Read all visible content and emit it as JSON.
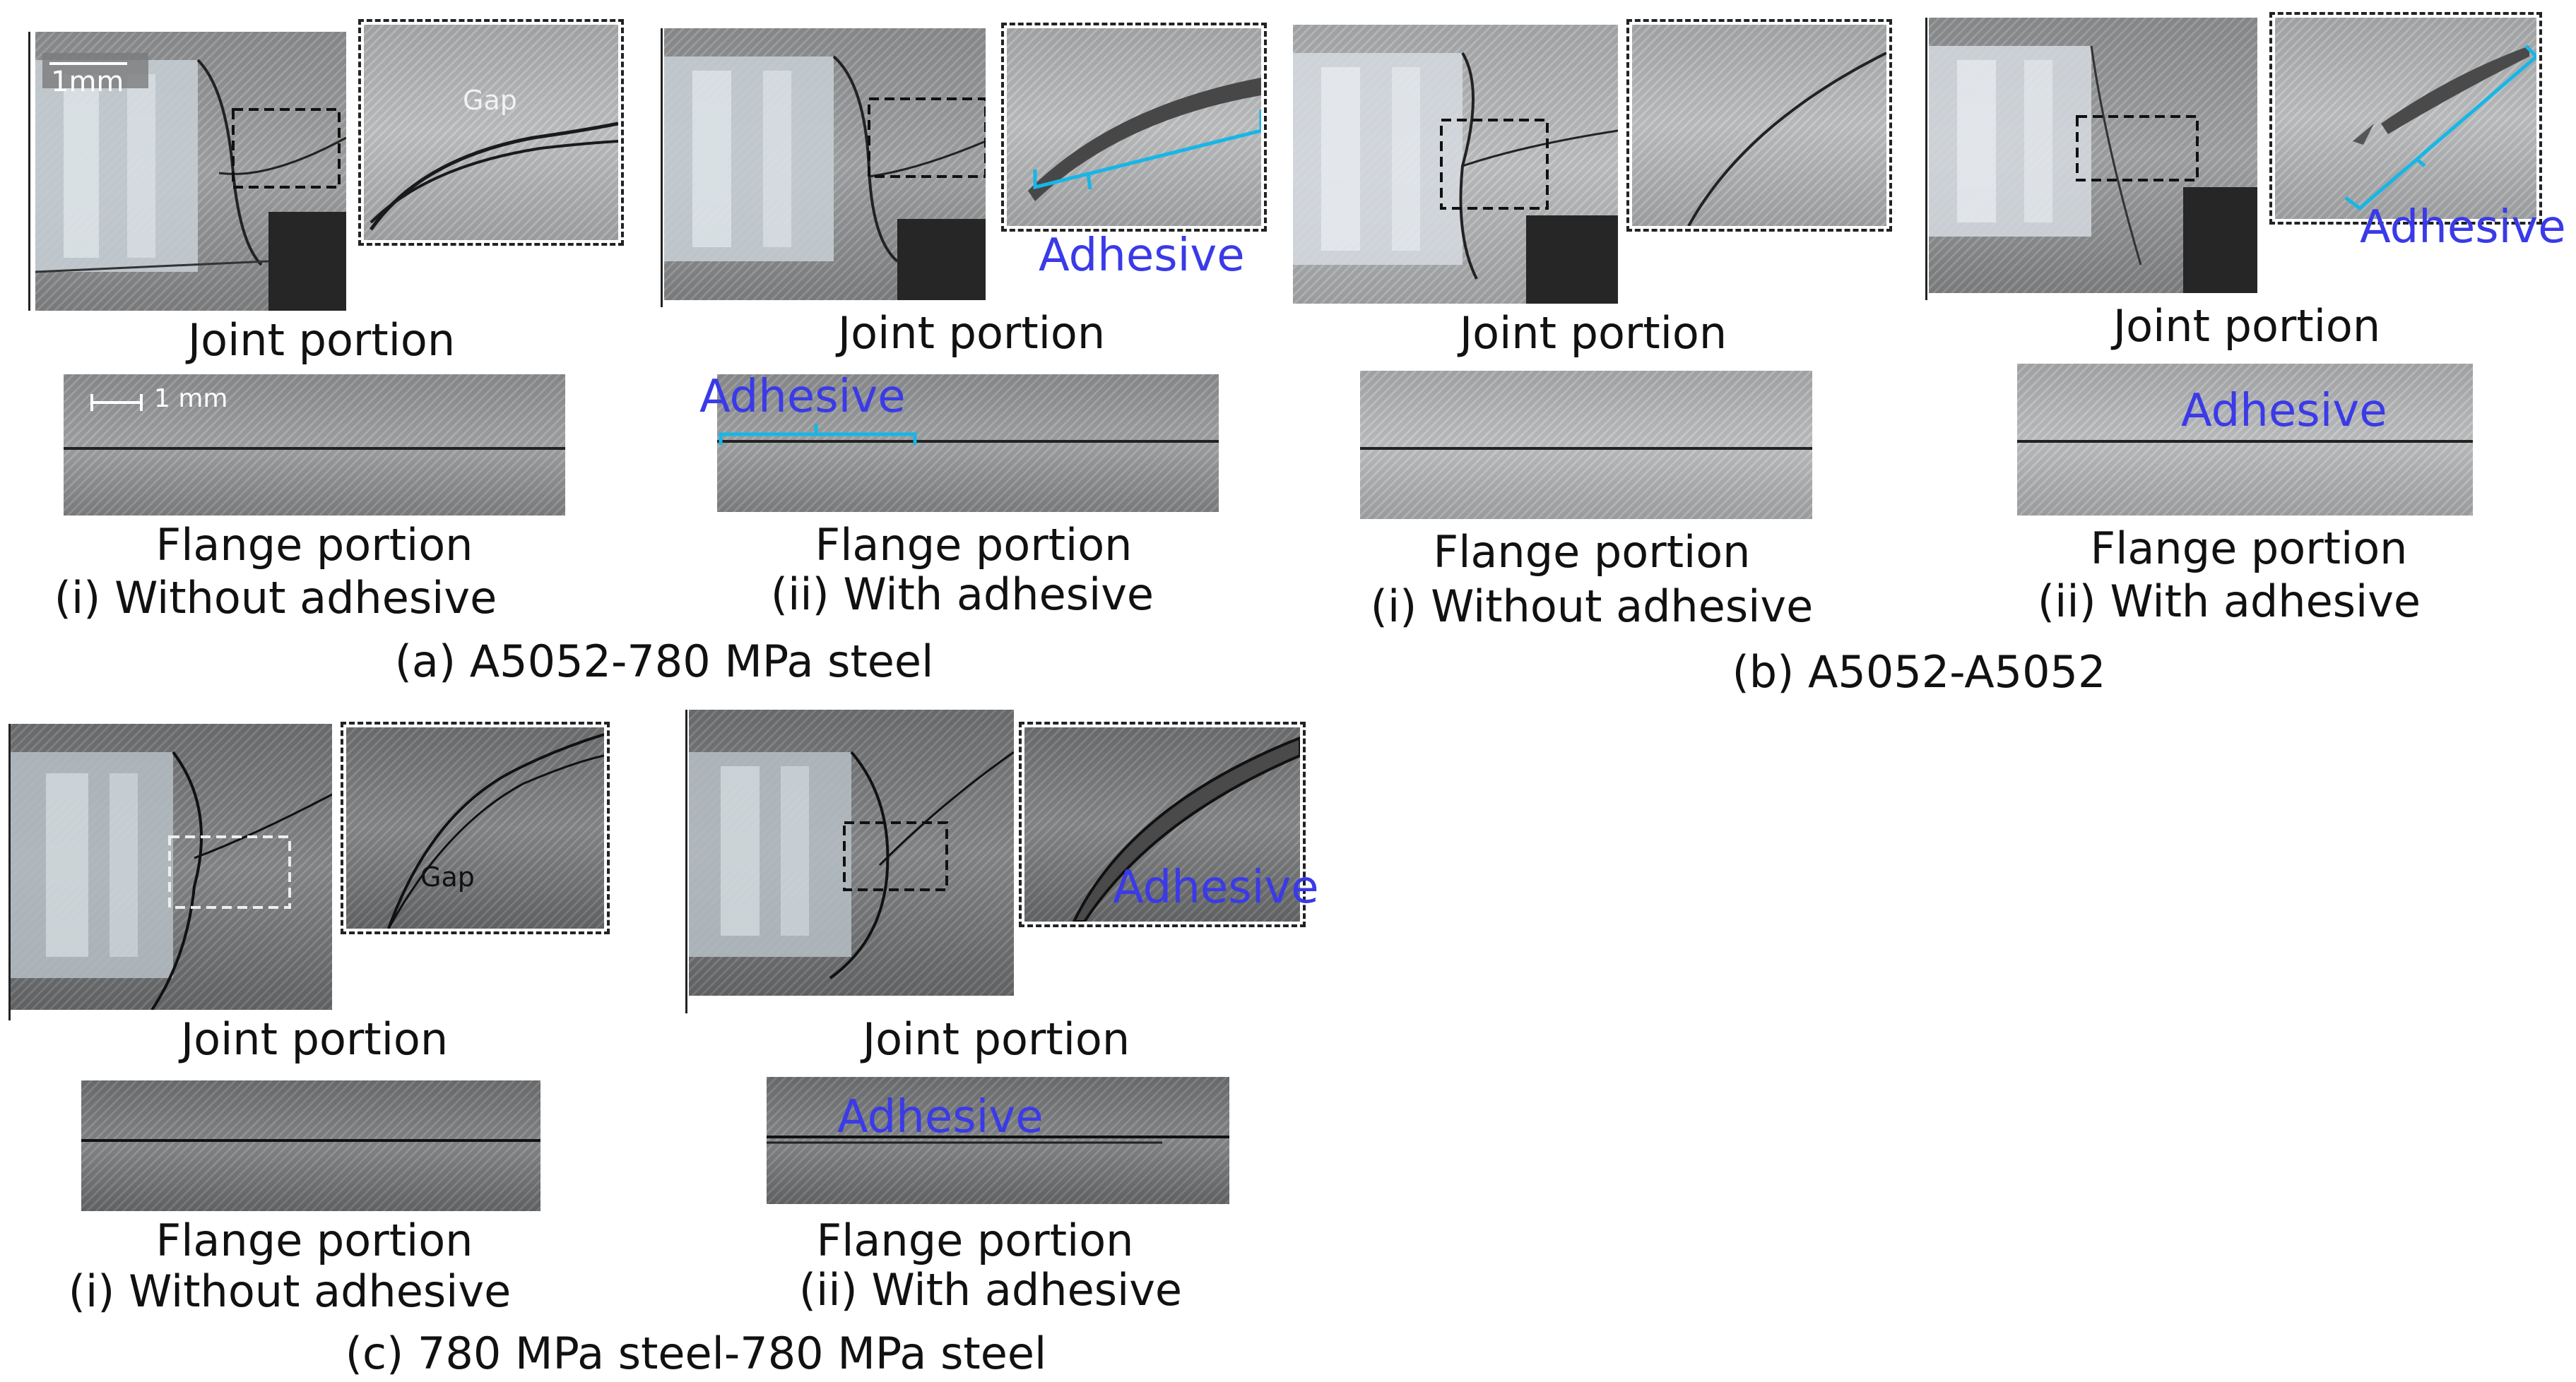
{
  "labels": {
    "joint": "Joint portion",
    "flange": "Flange portion",
    "without": "(i) Without adhesive",
    "with": "(ii) With adhesive",
    "adhesive": "Adhesive",
    "gap": "Gap",
    "scale_mm": "1mm",
    "scale_1mm": "1 mm"
  },
  "groups": {
    "a": "(a) A5052-780 MPa steel",
    "b": "(b) A5052-A5052",
    "c": "(c) 780 MPa steel-780 MPa steel"
  },
  "colors": {
    "adhesive_text": "#3a3ae8",
    "bracket": "#17b6e6"
  }
}
